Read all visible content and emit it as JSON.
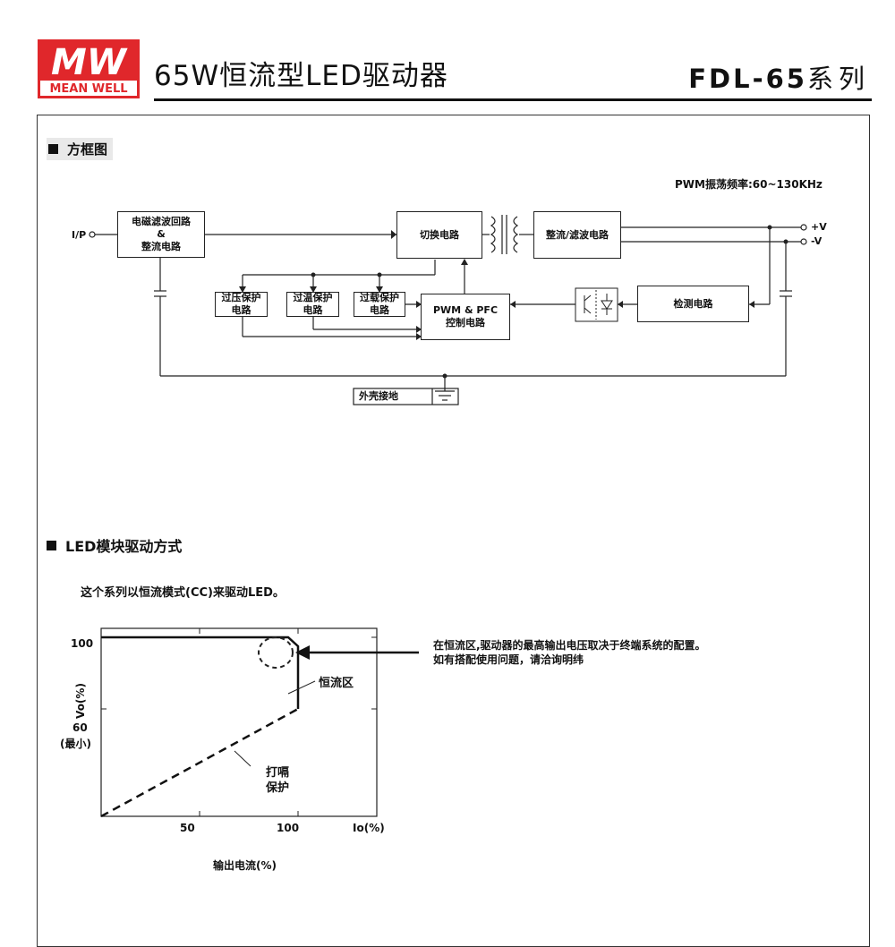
{
  "header": {
    "brand": "MEAN WELL",
    "title": "65W恒流型LED驱动器",
    "model": "FDL-65",
    "model_suffix": "系列"
  },
  "block_diagram": {
    "section_title": "方框图",
    "pwm_freq": "PWM振荡频率:60~130KHz",
    "input_label": "I/P",
    "out_pos": "+V",
    "out_neg": "-V",
    "emi_line1": "电磁滤波回路",
    "emi_amp": "&",
    "emi_line2": "整流电路",
    "switch": "切换电路",
    "rect": "整流/滤波电路",
    "ovp_1": "过压保护",
    "ovp_2": "电路",
    "otp_1": "过温保护",
    "otp_2": "电路",
    "olp_1": "过载保护",
    "olp_2": "电路",
    "pwm_1": "PWM & PFC",
    "pwm_2": "控制电路",
    "detect": "检测电路",
    "ground": "外壳接地"
  },
  "drive_mode": {
    "section_title": "LED模块驱动方式",
    "intro": "这个系列以恒流模式(CC)来驱动LED。",
    "note_line1": "在恒流区,驱动器的最高输出电压取决于终端系统的配置。",
    "note_line2": "如有搭配使用问题，请洽询明纬"
  },
  "chart_data": {
    "type": "line",
    "xlabel": "输出电流(%)",
    "x_axis_unit": "Io(%)",
    "ylabel": "Vo(%)",
    "x_ticks": [
      "50",
      "100"
    ],
    "y_ticks": [
      "100",
      "60"
    ],
    "y_tick_sub": "(最小)",
    "xlim": [
      0,
      140
    ],
    "ylim": [
      0,
      105
    ],
    "series": [
      {
        "style": "solid",
        "points": [
          [
            0,
            100
          ],
          [
            95,
            100
          ],
          [
            100,
            95
          ],
          [
            100,
            60
          ]
        ]
      },
      {
        "style": "dashed",
        "points": [
          [
            0,
            0
          ],
          [
            100,
            60
          ]
        ]
      }
    ],
    "annotations": [
      {
        "text": "恒流区",
        "x": 101,
        "y": 80
      },
      {
        "text_line1": "打嗝",
        "text_line2": "保护",
        "x": 73,
        "y": 43
      }
    ]
  }
}
